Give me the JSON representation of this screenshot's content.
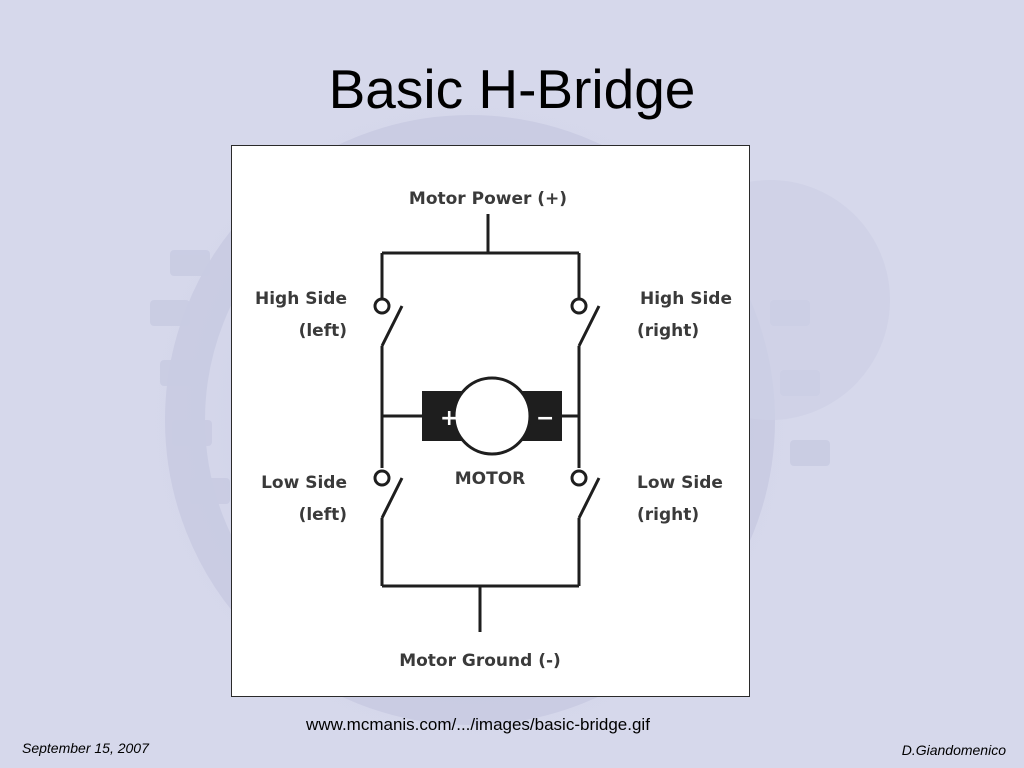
{
  "slide": {
    "title": "Basic H-Bridge",
    "source_url": "www.mcmanis.com/.../images/basic-bridge.gif",
    "date": "September 15, 2007",
    "author": "D.Giandomenico"
  },
  "diagram": {
    "power_label": "Motor Power (+)",
    "ground_label": "Motor Ground (-)",
    "high_left": [
      "High Side",
      "(left)"
    ],
    "high_right": [
      "High Side",
      "(right)"
    ],
    "low_left": [
      "Low Side",
      "(left)"
    ],
    "low_right": [
      "Low Side",
      "(right)"
    ],
    "motor_label": "MOTOR",
    "plus_sign": "+",
    "minus_sign": "−"
  },
  "colors": {
    "background": "#d6d8eb",
    "wire": "#1e1e1e",
    "label_text": "#3a3a3a"
  }
}
